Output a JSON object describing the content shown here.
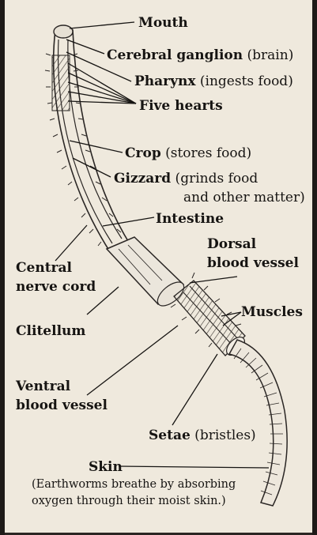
{
  "labels": {
    "mouth": "Mouth",
    "cerebral_bold": "Cerebral ganglion",
    "cerebral_note": " (brain)",
    "pharynx_bold": "Pharynx",
    "pharynx_note": " (ingests food)",
    "hearts": "Five hearts",
    "crop_bold": "Crop",
    "crop_note": " (stores food)",
    "gizzard_bold": "Gizzard",
    "gizzard_note1": " (grinds food",
    "gizzard_note2": "and other matter)",
    "intestine": "Intestine",
    "dorsal1": "Dorsal",
    "dorsal2": "blood vessel",
    "central1": "Central",
    "central2": "nerve cord",
    "muscles": "Muscles",
    "clitellum": "Clitellum",
    "ventral1": "Ventral",
    "ventral2": "blood vessel",
    "setae_bold": "Setae",
    "setae_note": " (bristles)",
    "skin": "Skin",
    "skin_note1": "(Earthworms breathe by absorbing",
    "skin_note2": "oxygen through their moist skin.)"
  }
}
